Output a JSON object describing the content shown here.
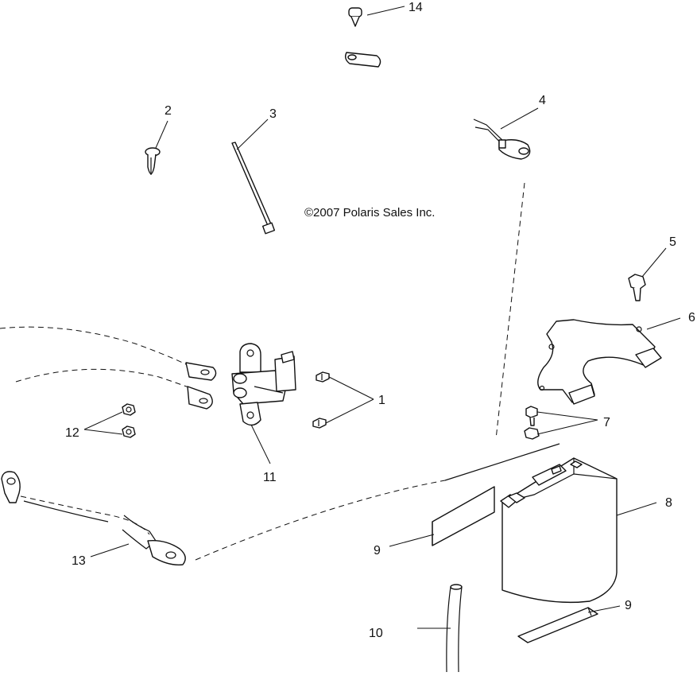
{
  "copyright": "©2007 Polaris Sales Inc.",
  "callouts": {
    "c1": "1",
    "c2": "2",
    "c3": "3",
    "c4": "4",
    "c5": "5",
    "c6": "6",
    "c7": "7",
    "c8": "8",
    "c9a": "9",
    "c9b": "9",
    "c10": "10",
    "c11": "11",
    "c12": "12",
    "c13": "13",
    "c14": "14"
  }
}
